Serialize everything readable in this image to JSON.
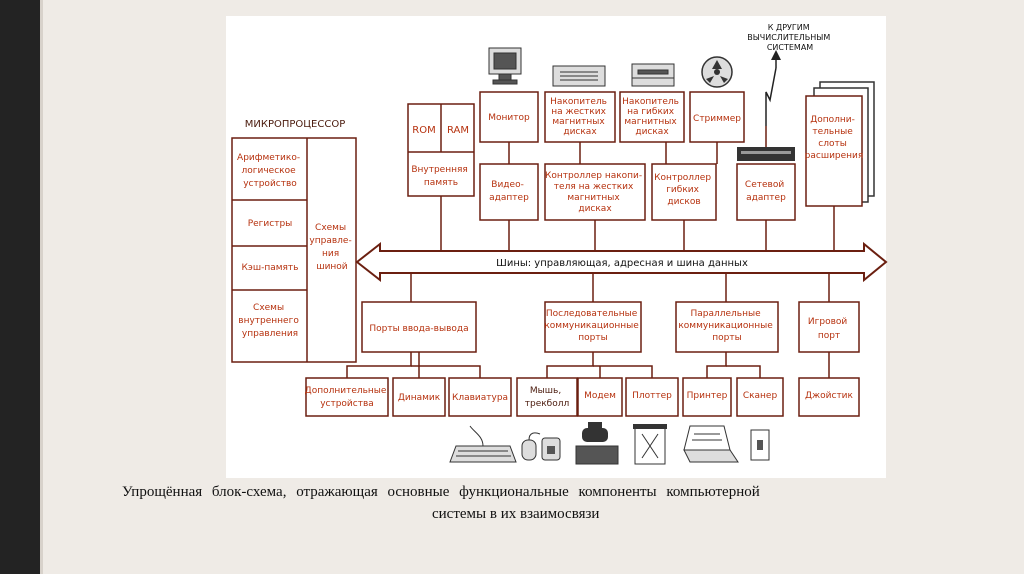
{
  "labels": {
    "microprocessor": "МИКРОПРОЦЕССОР",
    "alu": [
      "Арифметико-",
      "логическое",
      "устройство"
    ],
    "registers": "Регистры",
    "cache": "Кэш-память",
    "internal_ctrl": [
      "Схемы",
      "внутреннего",
      "управления"
    ],
    "bus_ctrl": [
      "Схемы",
      "управле-",
      "ния",
      "шиной"
    ],
    "rom": "ROM",
    "ram": "RAM",
    "internal_mem": [
      "Внутренняя",
      "память"
    ],
    "monitor": "Монитор",
    "video_adapter": [
      "Видео-",
      "адаптер"
    ],
    "hdd": [
      "Накопитель",
      "на жестких",
      "магнитных",
      "дисках"
    ],
    "hdd_ctrl": [
      "Контроллер накопи-",
      "теля на жестких",
      "магнитных",
      "дисках"
    ],
    "fdd": [
      "Накопитель",
      "на гибких",
      "магнитных",
      "дисках"
    ],
    "fdd_ctrl": [
      "Контроллер",
      "гибких",
      "дисков"
    ],
    "streamer": "Стриммер",
    "net_adapter": [
      "Сетевой",
      "адаптер"
    ],
    "other_systems": [
      "К ДРУГИМ",
      "ВЫЧИСЛИТЕЛЬНЫМ",
      "СИСТЕМАМ"
    ],
    "ext_slots": [
      "Дополни-",
      "тельные",
      "слоты",
      "расширения"
    ],
    "bus": "Шины: управляющая, адресная и шина данных",
    "io_ports": "Порты ввода-вывода",
    "serial_ports": [
      "Последовательные",
      "коммуникационные",
      "порты"
    ],
    "parallel_ports": [
      "Параллельные",
      "коммуникационные",
      "порты"
    ],
    "game_port": [
      "Игровой",
      "порт"
    ],
    "extra_devices": [
      "Дополнительные",
      "устройства"
    ],
    "speaker": "Динамик",
    "keyboard": "Клавиатура",
    "mouse": [
      "Мышь,",
      "трекболл"
    ],
    "modem": "Модем",
    "plotter": "Плоттер",
    "printer": "Принтер",
    "scanner": "Сканер",
    "joystick": "Джойстик"
  },
  "caption": {
    "line1": "Упрощённая блок-схема,   отражающая основные      функциональные   компоненты компьютерной",
    "line2": "системы в их взаимосвязи"
  },
  "colors": {
    "line": "#6b1f10",
    "label": "#b6320f",
    "slide": "#ffffff",
    "background": "#efebe6"
  }
}
